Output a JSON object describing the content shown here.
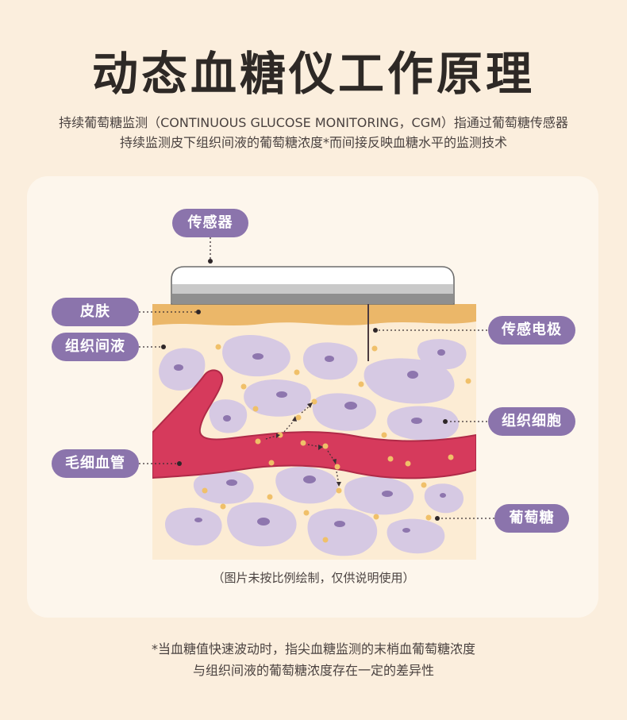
{
  "title": "动态血糖仪工作原理",
  "intro": {
    "line1": "持续葡萄糖监测（CONTINUOUS GLUCOSE MONITORING，CGM）指通过葡萄糖传感器",
    "line2": "持续监测皮下组织间液的葡萄糖浓度*而间接反映血糖水平的监测技术"
  },
  "labels": {
    "sensor": "传感器",
    "skin": "皮肤",
    "interstitial_fluid": "组织间液",
    "sensor_electrode": "传感电极",
    "tissue_cells": "组织细胞",
    "capillary": "毛细血管",
    "glucose": "葡萄糖"
  },
  "caption": "（图片未按比例绘制，仅供说明使用）",
  "footnote": {
    "line1": "*当血糖值快速波动时，指尖血糖监测的末梢血葡萄糖浓度",
    "line2": "与组织间液的葡萄糖浓度存在一定的差异性"
  },
  "colors": {
    "background": "#fbeedd",
    "label_pill": "#8b74ac",
    "skin": "#ebb769",
    "tissue": "#fcecd4",
    "cell": "#d6c9e3",
    "nucleus": "#8e76ae",
    "capillary": "#d63a5c",
    "glucose": "#f0c069"
  }
}
